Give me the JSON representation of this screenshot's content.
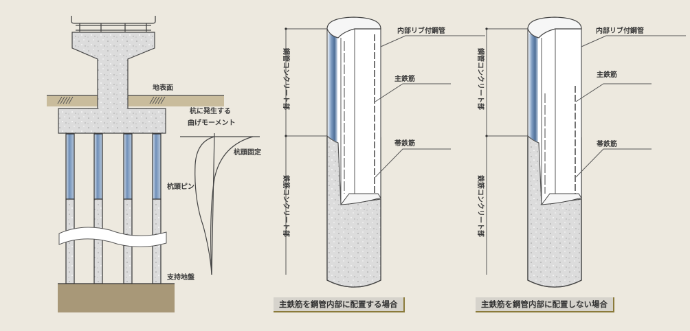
{
  "colors": {
    "background": "#ede9df",
    "concrete": "#dcdcdc",
    "steel_blue": "#7f9dc2",
    "ground": "#a09072",
    "line": "#444444"
  },
  "left_panel": {
    "ground_surface_label": "地表面",
    "bearing_stratum_label": "支持地盤",
    "moment_title_line1": "杭に発生する",
    "moment_title_line2": "曲げモーメント",
    "pile_head_fixed_label": "杭頭固定",
    "pile_head_pin_label": "杭頭ピン",
    "pile_count": 4
  },
  "middle_panel": {
    "bracket_upper_label": "鋼管コンクリート部",
    "bracket_lower_label": "鉄筋コンクリート部",
    "callout_pipe": "内部リブ付鋼管",
    "callout_main_rebar": "主鉄筋",
    "callout_hoop": "帯鉄筋",
    "caption": "主鉄筋を鋼管内部に配置する場合"
  },
  "right_panel": {
    "bracket_upper_label": "鋼管コンクリート部",
    "bracket_lower_label": "鉄筋コンクリート部",
    "callout_pipe": "内部リブ付鋼管",
    "callout_main_rebar": "主鉄筋",
    "callout_hoop": "帯鉄筋",
    "caption": "主鉄筋を鋼管内部に配置しない場合"
  }
}
